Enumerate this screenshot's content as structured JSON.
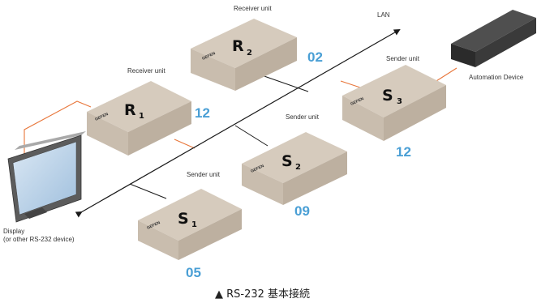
{
  "labels": {
    "lan": "LAN",
    "automation": "Automation Device",
    "display_line1": "Display",
    "display_line2": "(or other RS-232 device)"
  },
  "units": {
    "r2": {
      "title": "Receiver unit",
      "letter": "R",
      "sub": "2",
      "number": "02",
      "brand": "GEFEN"
    },
    "r1": {
      "title": "Receiver unit",
      "letter": "R",
      "sub": "1",
      "number": "12",
      "brand": "GEFEN"
    },
    "s3": {
      "title": "Sender unit",
      "letter": "S",
      "sub": "3",
      "number": "12",
      "brand": "GEFEN"
    },
    "s2": {
      "title": "Sender unit",
      "letter": "S",
      "sub": "2",
      "number": "09",
      "brand": "GEFEN"
    },
    "s1": {
      "title": "Sender unit",
      "letter": "S",
      "sub": "1",
      "number": "05",
      "brand": "GEFEN"
    }
  },
  "caption": "▲ RS-232 基本接続",
  "colors": {
    "lan_line": "#1a1a1a",
    "serial_line": "#e8763a",
    "unit_top": "#d6cbbd",
    "unit_side": "#bdb0a0",
    "unit_front": "#c9bdae",
    "number": "#4a9fd5"
  }
}
